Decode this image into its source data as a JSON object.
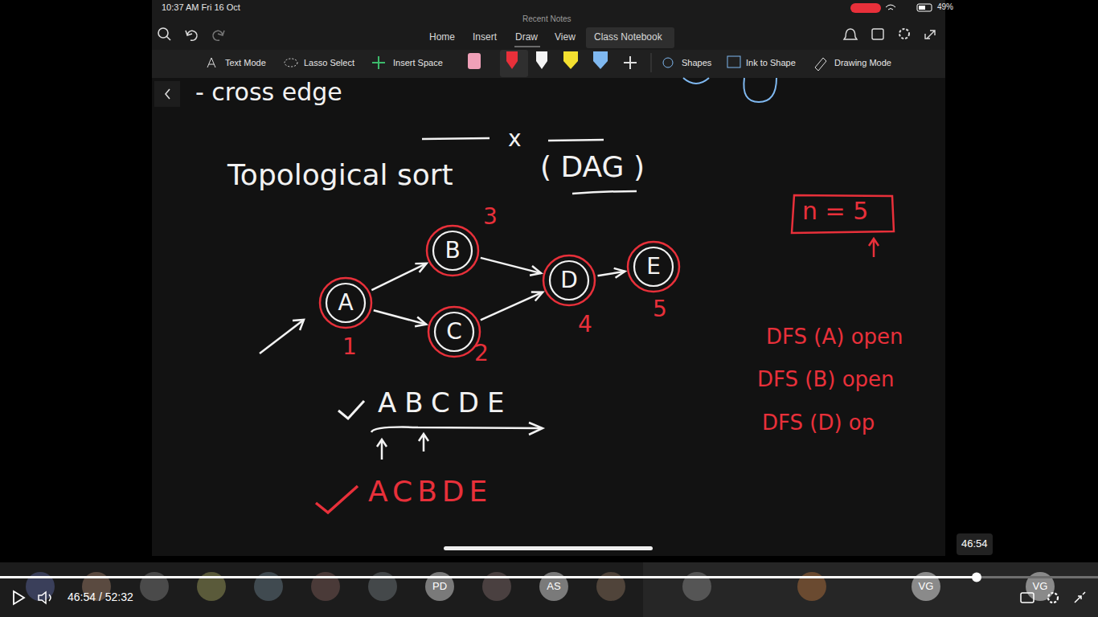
{
  "diagram": {
    "nodes": [
      {
        "text": [
          "A"
        ]
      },
      {
        "text": [
          "B"
        ]
      },
      {
        "text": [
          "C"
        ]
      },
      {
        "text": [
          "D"
        ]
      },
      {
        "text": [
          "E"
        ]
      }
    ],
    "edges": [
      {
        "from": 0,
        "to": 1,
        "arrow": "to"
      },
      {
        "from": 0,
        "to": 2,
        "arrow": "to"
      },
      {
        "from": 1,
        "to": 3,
        "arrow": "to"
      },
      {
        "from": 2,
        "to": 3,
        "arrow": "to"
      },
      {
        "from": 3,
        "to": 4,
        "arrow": "to"
      }
    ],
    "labels": [
      "10:37 AM Fri 16 Oct",
      "Recent Notes",
      "49%",
      "Home",
      "Insert",
      "Draw",
      "View",
      "Class Notebook",
      "Text Mode",
      "Lasso Select",
      "Insert Space",
      "Shapes",
      "Ink to Shape",
      "Drawing Mode",
      "- cross edge",
      "x",
      "Topological sort",
      "( DAG )",
      "1",
      "3",
      "2",
      "4",
      "5",
      "n = 5",
      "DFS (A) open",
      "DFS (B) open",
      "DFS (D) op",
      "ABCDE",
      "ACBDE",
      "46:54 / 52:32",
      "46:54",
      "PD",
      "AS",
      "VG",
      "VG"
    ]
  }
}
